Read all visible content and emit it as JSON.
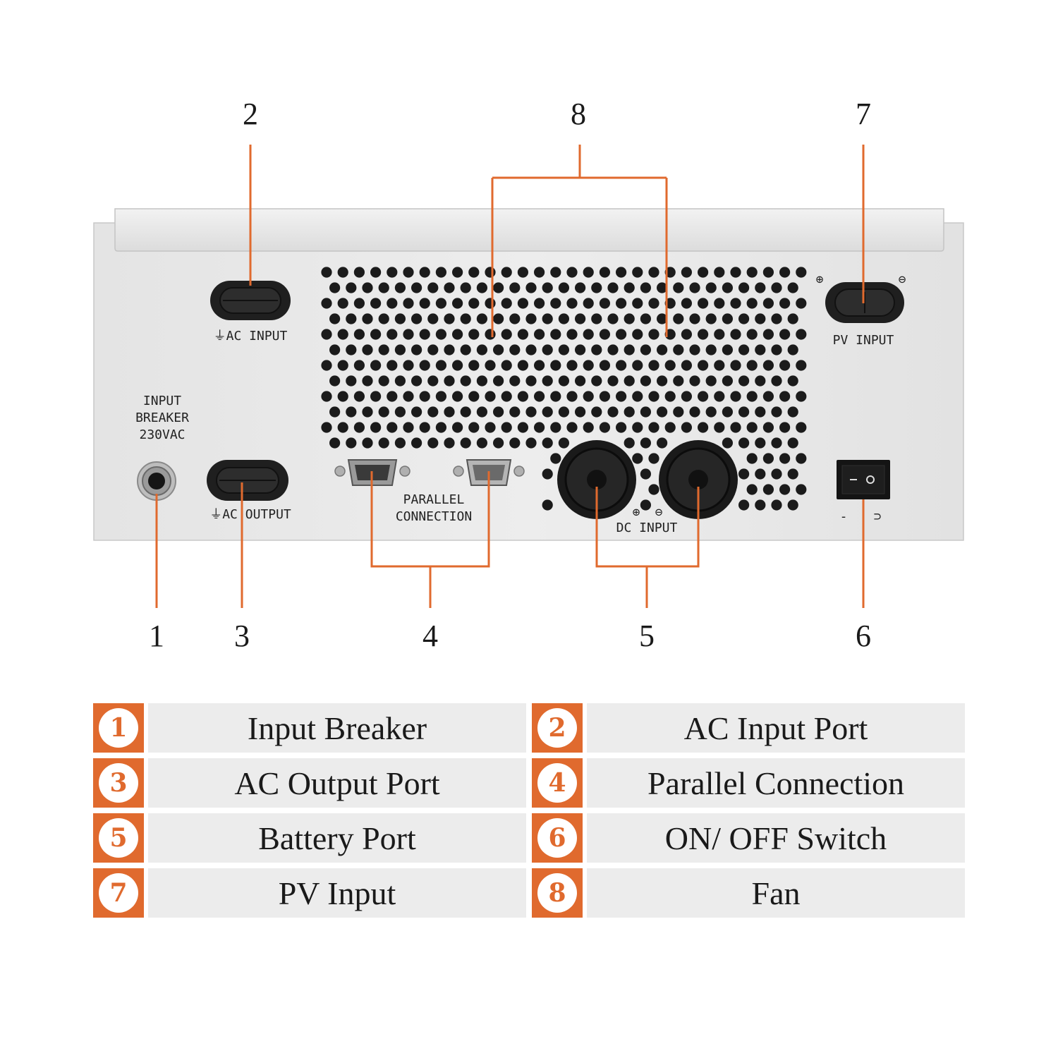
{
  "colors": {
    "accent": "#e06a2e",
    "housing": "#eaeaea",
    "vent_hole": "#1b1b1b",
    "legend_bg": "#ececec"
  },
  "callouts": [
    {
      "num": "2",
      "name": "ac-input"
    },
    {
      "num": "8",
      "name": "fan"
    },
    {
      "num": "7",
      "name": "pv-input"
    },
    {
      "num": "1",
      "name": "input-breaker"
    },
    {
      "num": "3",
      "name": "ac-output"
    },
    {
      "num": "4",
      "name": "parallel-connection"
    },
    {
      "num": "5",
      "name": "dc-input"
    },
    {
      "num": "6",
      "name": "power-switch"
    }
  ],
  "panel_labels": {
    "ac_input": "⏚AC INPUT",
    "ac_output": "⏚AC OUTPUT",
    "breaker_line1": "INPUT",
    "breaker_line2": "BREAKER",
    "breaker_line3": "230VAC",
    "parallel_line1": "PARALLEL",
    "parallel_line2": "CONNECTION",
    "dc_input": "DC INPUT",
    "pv_input": "PV INPUT",
    "pv_plus": "⊕",
    "pv_minus": "⊖",
    "dc_plus": "⊕",
    "dc_minus": "⊖",
    "switch_off": "-",
    "switch_on": "⊃"
  },
  "legend": [
    {
      "num": "1",
      "label": "Input Breaker"
    },
    {
      "num": "2",
      "label": "AC Input Port"
    },
    {
      "num": "3",
      "label": "AC Output Port"
    },
    {
      "num": "4",
      "label": "Parallel Connection"
    },
    {
      "num": "5",
      "label": "Battery Port"
    },
    {
      "num": "6",
      "label": "ON/ OFF Switch"
    },
    {
      "num": "7",
      "label": "PV Input"
    },
    {
      "num": "8",
      "label": "Fan"
    }
  ]
}
